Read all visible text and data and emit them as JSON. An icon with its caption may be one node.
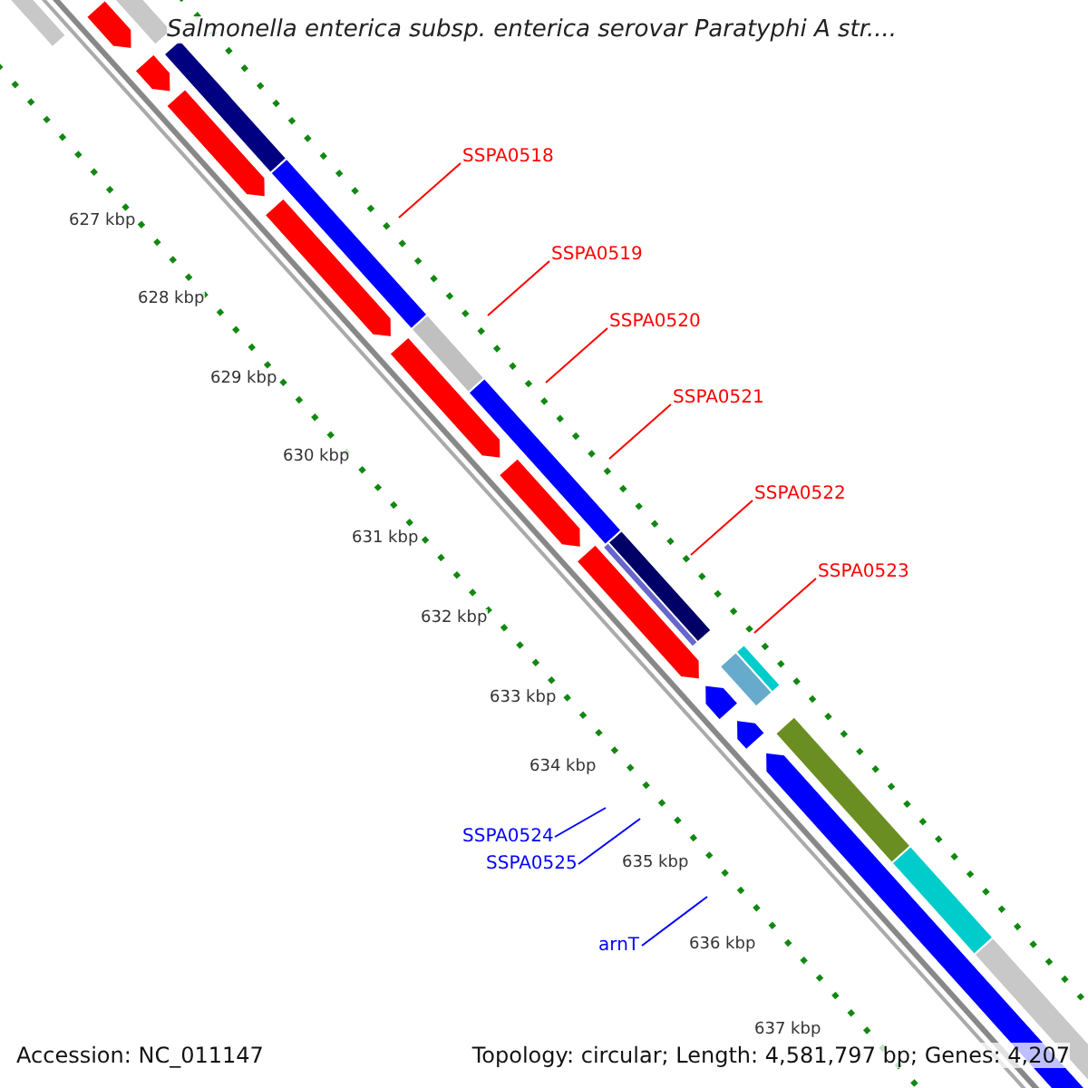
{
  "diagram": {
    "title": "Salmonella enterica subsp. enterica serovar Paratyphi A str....",
    "nodes": [
      {
        "text": [
          "SSPA0518"
        ]
      },
      {
        "text": [
          "SSPA0519"
        ]
      },
      {
        "text": [
          "SSPA0520"
        ]
      },
      {
        "text": [
          "SSPA0521"
        ]
      },
      {
        "text": [
          "SSPA0522"
        ]
      },
      {
        "text": [
          "SSPA0523"
        ]
      },
      {
        "text": [
          "SSPA0524"
        ]
      },
      {
        "text": [
          "SSPA0525"
        ]
      },
      {
        "text": [
          "arnT"
        ]
      }
    ],
    "edges": [
      {
        "from": 0,
        "to": null,
        "arrow": "none"
      },
      {
        "from": 1,
        "to": null,
        "arrow": "none"
      },
      {
        "from": 2,
        "to": null,
        "arrow": "none"
      },
      {
        "from": 3,
        "to": null,
        "arrow": "none"
      },
      {
        "from": 4,
        "to": null,
        "arrow": "none"
      },
      {
        "from": 5,
        "to": null,
        "arrow": "none"
      },
      {
        "from": 6,
        "to": null,
        "arrow": "none",
        "color": "#0000ff"
      },
      {
        "from": 7,
        "to": null,
        "arrow": "none",
        "color": "#0000ff"
      },
      {
        "from": 8,
        "to": null,
        "arrow": "none",
        "color": "#0000ff"
      }
    ],
    "labels": [
      "627 kbp",
      "628 kbp",
      "629 kbp",
      "630 kbp",
      "631 kbp",
      "632 kbp",
      "633 kbp",
      "634 kbp",
      "635 kbp",
      "636 kbp",
      "637 kbp",
      "Accession: NC_011147",
      "Topology: circular; Length: 4,581,797 bp; Genes: 4,207"
    ]
  }
}
